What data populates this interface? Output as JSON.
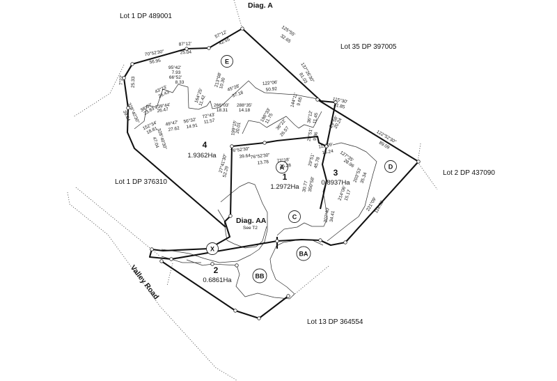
{
  "adjoining": {
    "lot1_489001": "Lot 1 DP 489001",
    "diag_a": "Diag. A",
    "lot35": "Lot 35 DP 397005",
    "lot1_376310": "Lot 1 DP 376310",
    "lot2": "Lot 2 DP 437090",
    "lot13": "Lot 13 DP 364554",
    "road": "Valley Road"
  },
  "lots": {
    "lot1": {
      "number": "1",
      "area": "1.2972Ha"
    },
    "lot2": {
      "number": "2",
      "area": "0.6861Ha"
    },
    "lot3": {
      "number": "3",
      "area": "0.8937Ha"
    },
    "lot4": {
      "number": "4",
      "area": "1.9362Ha"
    }
  },
  "easements": {
    "A": "A",
    "BA": "BA",
    "BB": "BB",
    "C": "C",
    "D": "D",
    "E": "E",
    "X": "X"
  },
  "diag_aa": {
    "title": "Diag. AA",
    "note": "See T2"
  },
  "boundary_labels": [
    "70°52'30\"",
    "56.95",
    "87°12'",
    "25.04",
    "57°12'",
    "42.55",
    "125°55'",
    "32.65",
    "137°26'30\"",
    "81.03",
    "115°30'",
    "31.85",
    "122°52'30\"",
    "89.09",
    "221°09'",
    "118.33",
    "7°22'",
    "25.33",
    "328°40'30\"",
    "39.64",
    "328°40'30\"",
    "47.04",
    "27°41'30\"",
    "52.29",
    "76°52'30\"",
    "39.64",
    "76°52'30\"",
    "13.78",
    "77°18'",
    "25.28",
    "95°42'",
    "7.93",
    "66°52'",
    "8.33",
    "43°23'",
    "26.43",
    "38°57'",
    "23.83",
    "239°44'",
    "26.47",
    "164°25'",
    "11.42",
    "213°08'",
    "10.30",
    "45°28'",
    "37.18",
    "122°06'",
    "50.92",
    "144°11'",
    "9.65",
    "266°03'",
    "18.31",
    "288°35'",
    "14.18",
    "198°33'",
    "11.75",
    "36°22'",
    "26.57",
    "36°12'",
    "11.45",
    "29°58'",
    "20.24",
    "29°51'",
    "9.36",
    "29°51'",
    "45.78",
    "111°09'",
    "15.24",
    "127°35'",
    "28.96",
    "203°53'",
    "35.34",
    "214°06'",
    "15.17",
    "207°40'",
    "34.41",
    "350°58'",
    "30.77",
    "199°15'",
    "20.01",
    "72°43'",
    "11.57",
    "56°32'",
    "14.91",
    "49°47'",
    "27.62",
    "152°34'",
    "18.81"
  ]
}
